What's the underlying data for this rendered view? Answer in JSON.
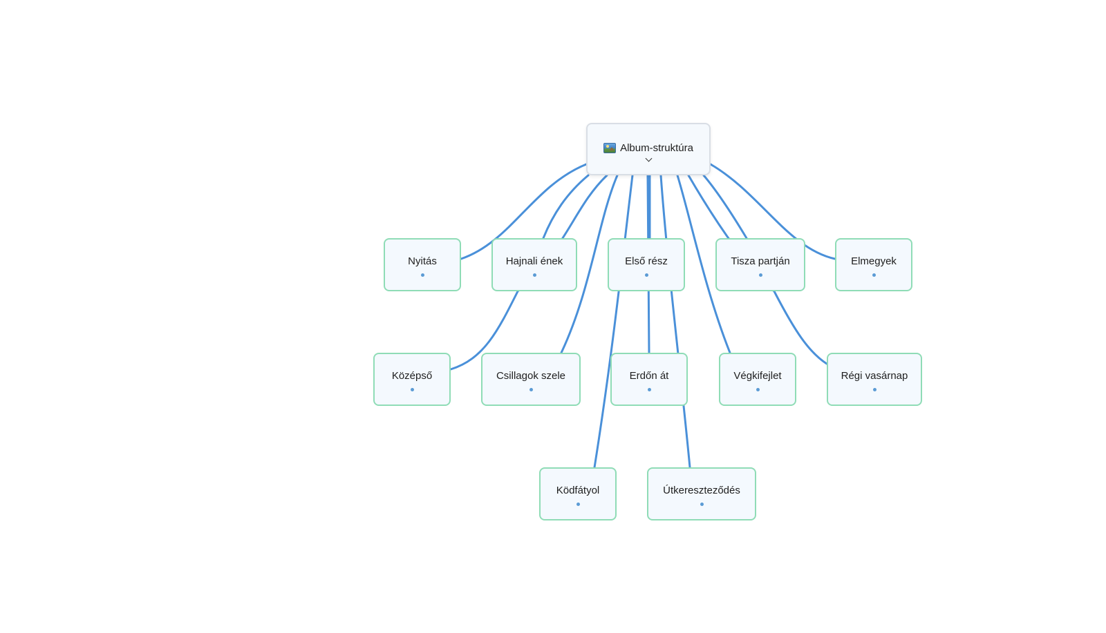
{
  "diagram": {
    "root": {
      "id": "root",
      "label": "Album-struktúra",
      "icon": "picture-icon",
      "toggle_icon": "chevron-down-icon"
    },
    "nodes": [
      {
        "id": "nyitas",
        "label": "Nyitás"
      },
      {
        "id": "hajnali",
        "label": "Hajnali ének"
      },
      {
        "id": "elso",
        "label": "Első rész"
      },
      {
        "id": "tisza",
        "label": "Tisza partján"
      },
      {
        "id": "elmegyek",
        "label": "Elmegyek"
      },
      {
        "id": "kozepso",
        "label": "Középső"
      },
      {
        "id": "csillagok",
        "label": "Csillagok szele"
      },
      {
        "id": "erdon",
        "label": "Erdőn át"
      },
      {
        "id": "vegkifejlet",
        "label": "Végkifejlet"
      },
      {
        "id": "regi",
        "label": "Régi vasárnap"
      },
      {
        "id": "kodfatyol",
        "label": "Ködfátyol"
      },
      {
        "id": "utkeresztezodes",
        "label": "Útkereszteződés"
      }
    ],
    "edges": [
      [
        "root",
        "nyitas"
      ],
      [
        "root",
        "hajnali"
      ],
      [
        "root",
        "elso"
      ],
      [
        "root",
        "tisza"
      ],
      [
        "root",
        "elmegyek"
      ],
      [
        "root",
        "kozepso"
      ],
      [
        "root",
        "csillagok"
      ],
      [
        "root",
        "erdon"
      ],
      [
        "root",
        "vegkifejlet"
      ],
      [
        "root",
        "regi"
      ],
      [
        "root",
        "kodfatyol"
      ],
      [
        "root",
        "utkeresztezodes"
      ]
    ],
    "colors": {
      "edge": "#4a90d9",
      "node_border": "#8fdcb6",
      "node_fill": "#f4f9fe",
      "root_border": "#d9dee5",
      "dot": "#5b9bd5"
    }
  }
}
